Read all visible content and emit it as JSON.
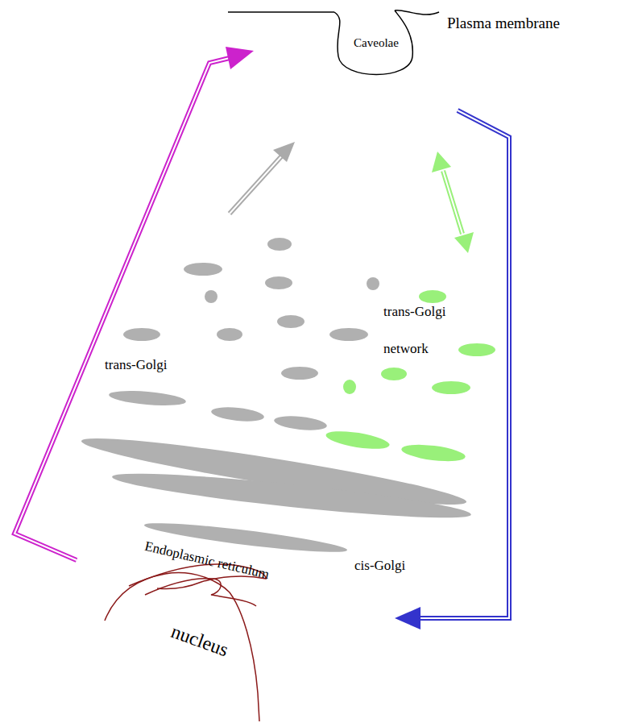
{
  "diagram": {
    "nodes": [
      {
        "text": [
          "Caveolae"
        ]
      }
    ],
    "labels": [
      "Plasma membrane",
      "trans-Golgi network",
      "trans-Golgi",
      "Endoplasmic reticulum",
      "cis-Golgi",
      "nucleus"
    ]
  }
}
